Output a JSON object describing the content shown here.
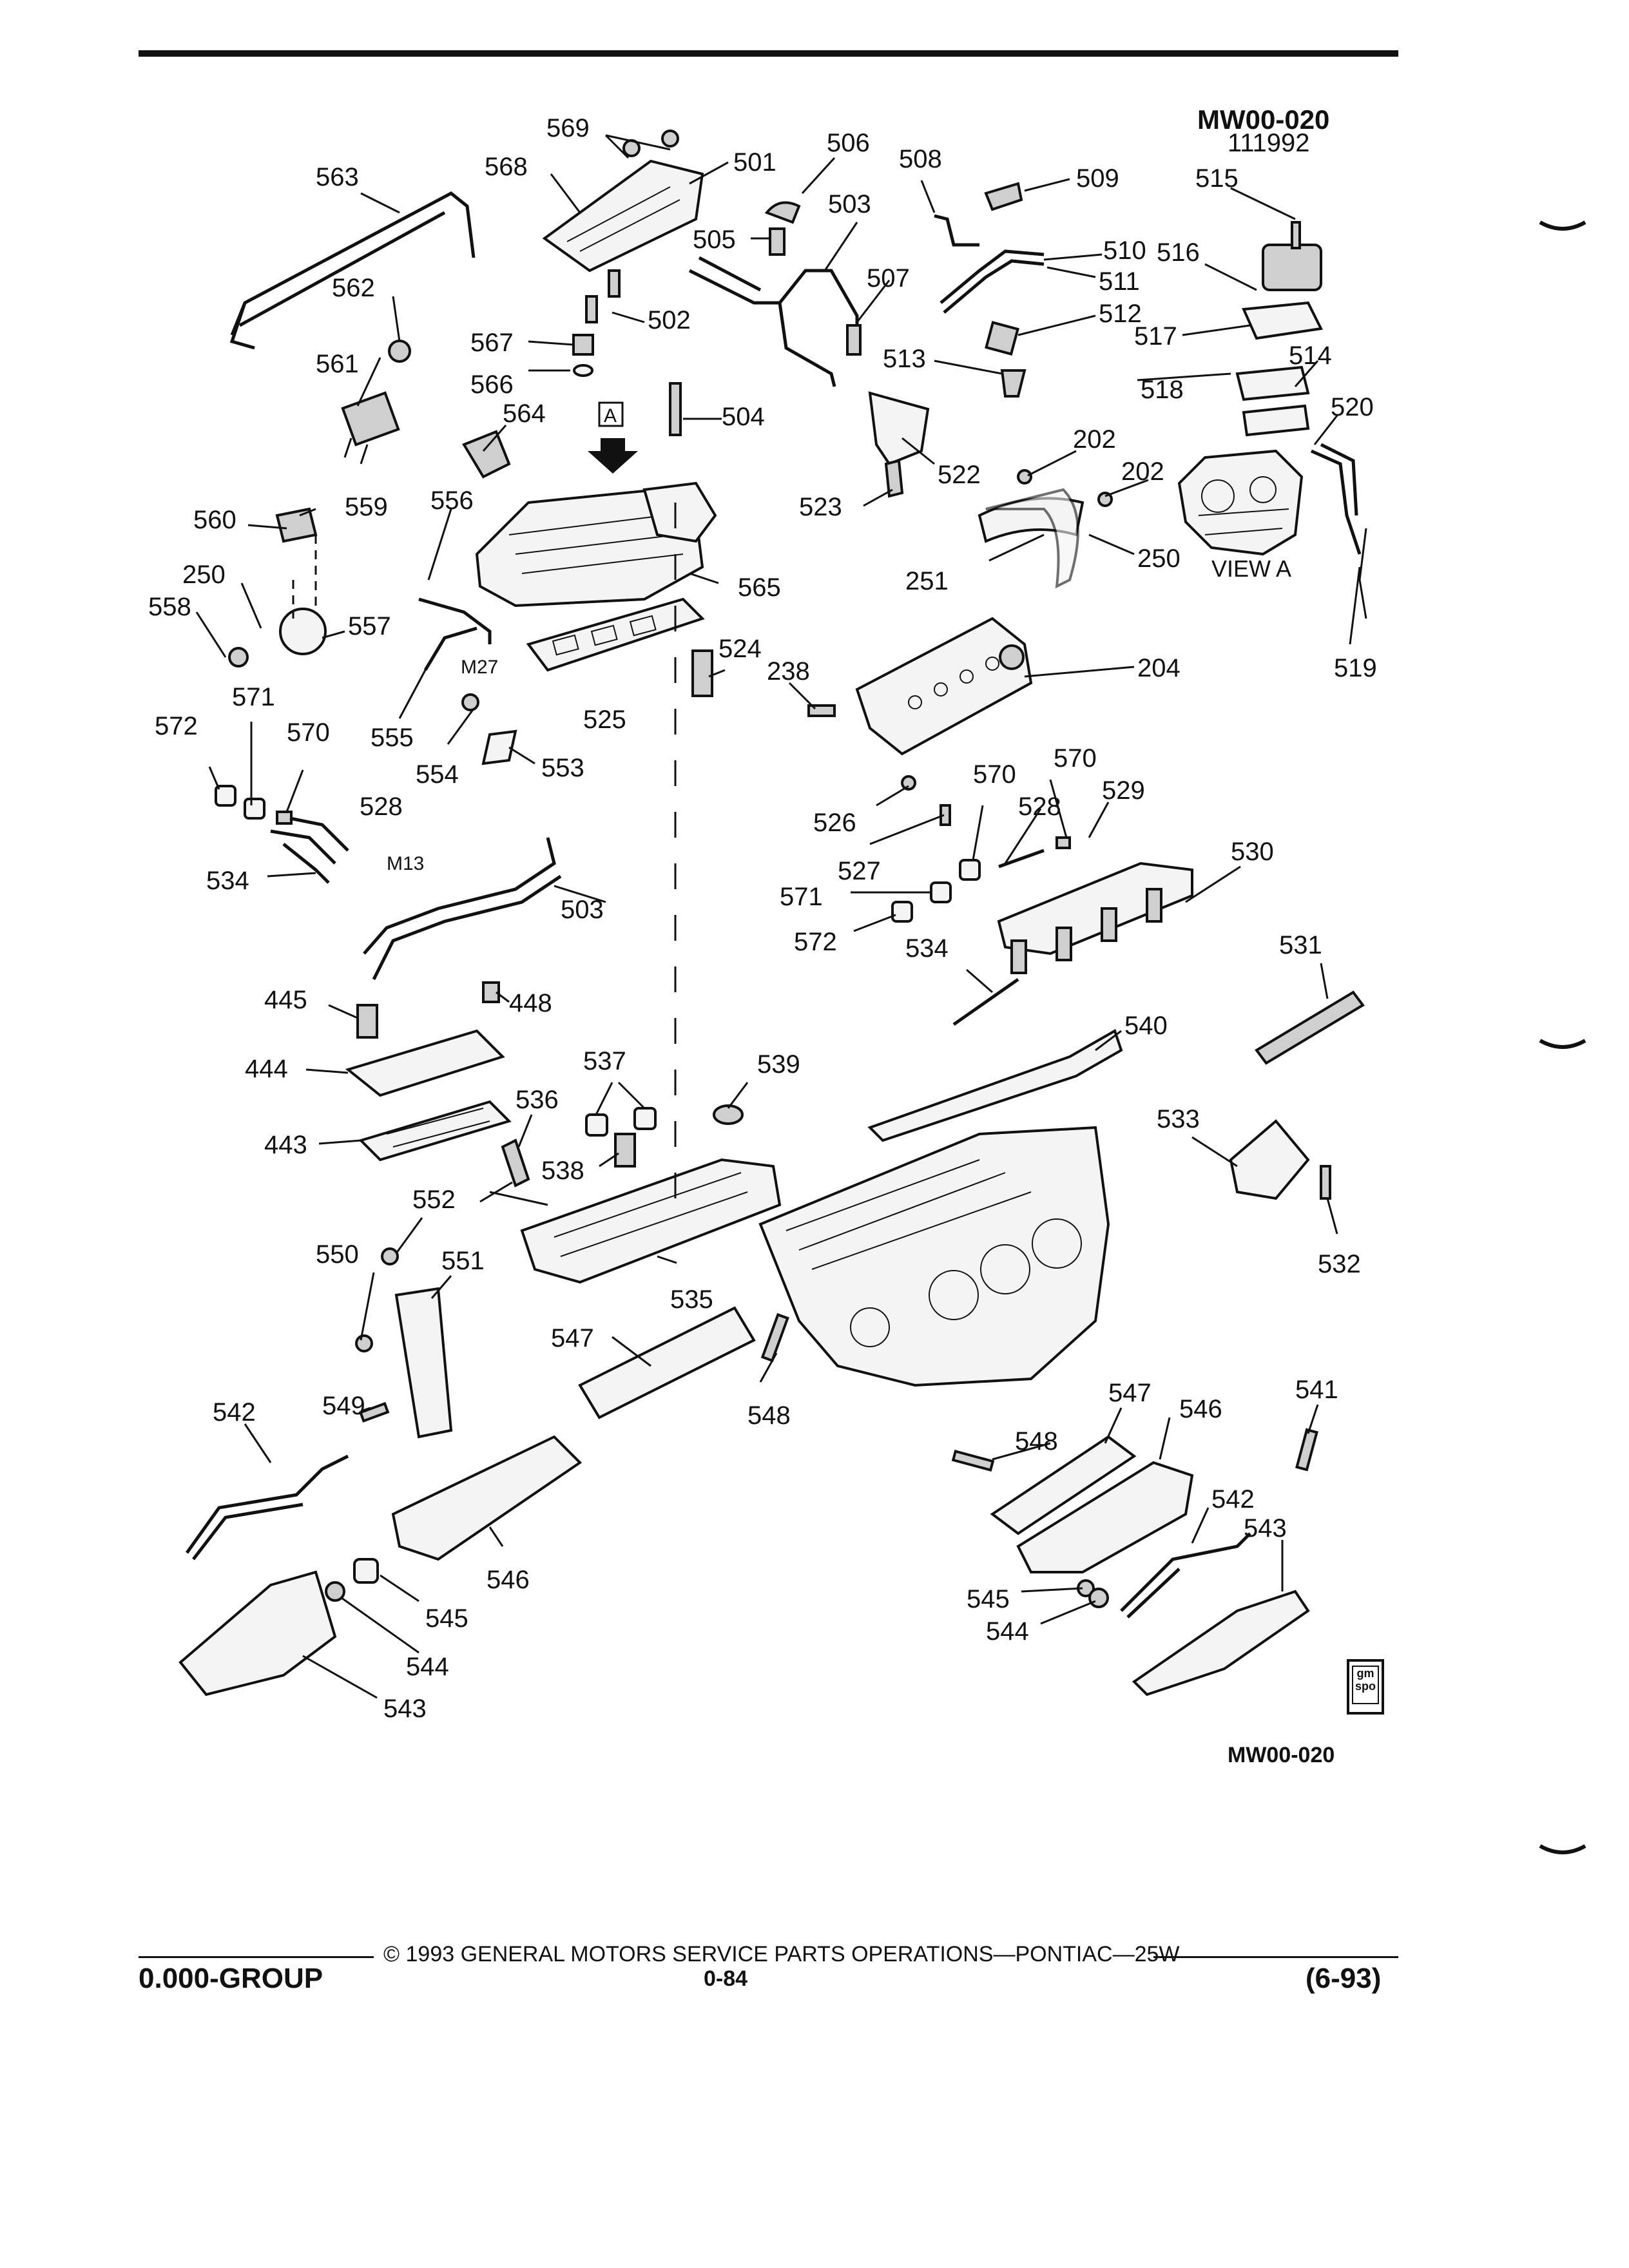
{
  "header": {
    "drawing_id": "MW00-020",
    "drawing_date": "111992"
  },
  "view_label": "VIEW A",
  "view_marker": "A",
  "callouts": [
    "569",
    "568",
    "563",
    "501",
    "506",
    "508",
    "509",
    "515",
    "516",
    "505",
    "503",
    "510",
    "511",
    "507",
    "562",
    "502",
    "512",
    "517",
    "514",
    "567",
    "561",
    "566",
    "518",
    "513",
    "504",
    "564",
    "520",
    "202",
    "202",
    "523",
    "522",
    "560",
    "559",
    "556",
    "250",
    "251",
    "250",
    "565",
    "558",
    "557",
    "524",
    "238",
    "204",
    "519",
    "M27",
    "571",
    "572",
    "570",
    "555",
    "554",
    "525",
    "553",
    "570",
    "526",
    "528",
    "529",
    "528",
    "570",
    "M13",
    "527",
    "530",
    "534",
    "503",
    "571",
    "572",
    "534",
    "531",
    "445",
    "448",
    "540",
    "444",
    "537",
    "539",
    "536",
    "533",
    "443",
    "538",
    "552",
    "550",
    "551",
    "532",
    "535",
    "547",
    "548",
    "541",
    "547",
    "546",
    "549",
    "542",
    "548",
    "542",
    "546",
    "543",
    "545",
    "545",
    "544",
    "544",
    "543"
  ],
  "bottom_ref": "MW00-020",
  "footer": {
    "copyright": "© 1993  GENERAL MOTORS SERVICE PARTS OPERATIONS—PONTIAC—25W",
    "group": "0.000-GROUP",
    "page": "0-84",
    "date": "(6-93)"
  },
  "badge": {
    "line1": "gm",
    "line2": "spo"
  },
  "colors": {
    "ink": "#111111",
    "paper": "#ffffff"
  }
}
